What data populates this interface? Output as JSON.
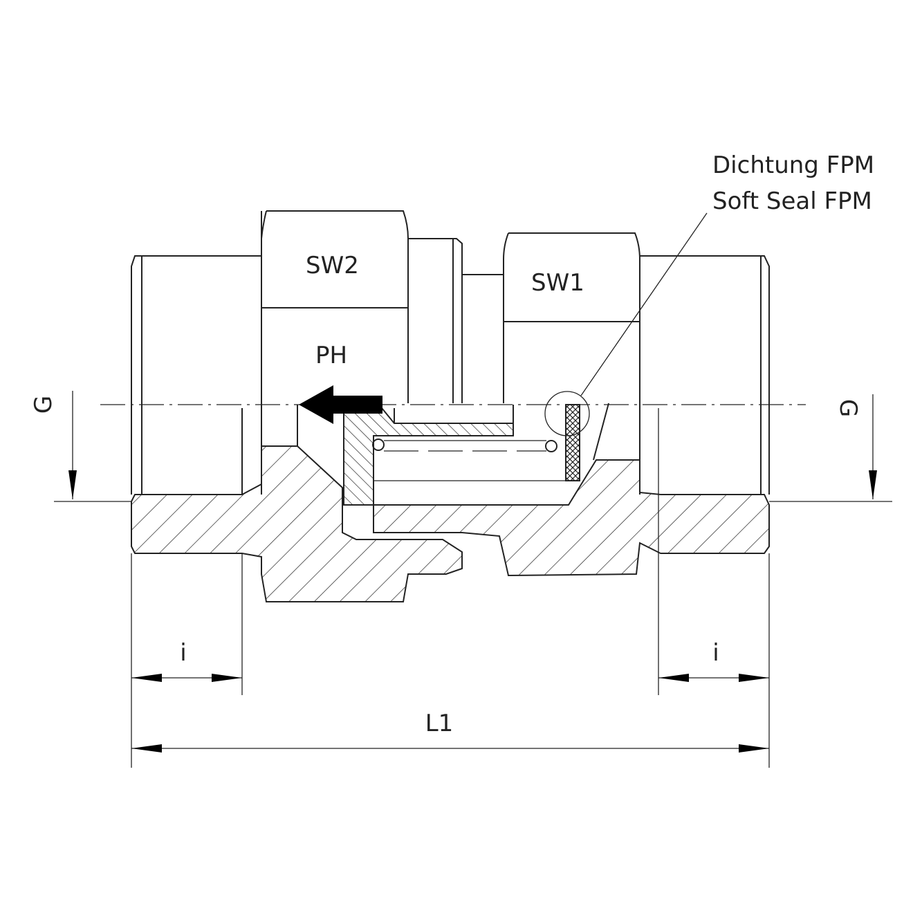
{
  "labels": {
    "seal_de": "Dichtung FPM",
    "seal_en": "Soft Seal FPM",
    "sw2": "SW2",
    "sw1": "SW1",
    "ph": "PH",
    "g_left": "G",
    "g_right": "G",
    "i_left": "i",
    "i_right": "i",
    "l1": "L1"
  },
  "colors": {
    "line": "#222222",
    "arrow": "#000000"
  }
}
